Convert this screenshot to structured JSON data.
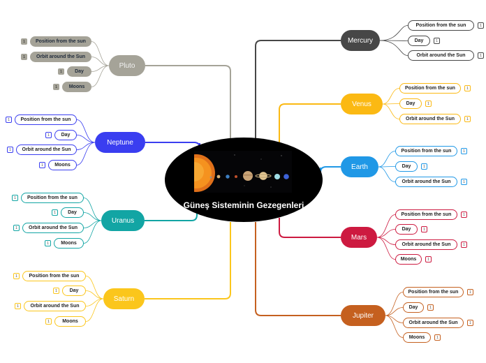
{
  "central": {
    "title": "Güneş Sisteminin Gezegenleri"
  },
  "planets": [
    {
      "key": "mercury",
      "name": "Mercury",
      "color": "#474747",
      "children": [
        {
          "label": "Position from the sun",
          "badge": "1"
        },
        {
          "label": "Day",
          "badge": "1"
        },
        {
          "label": "Orbit around the Sun",
          "badge": "1"
        }
      ]
    },
    {
      "key": "venus",
      "name": "Venus",
      "color": "#fbb913",
      "children": [
        {
          "label": "Position from the sun",
          "badge": "1"
        },
        {
          "label": "Day",
          "badge": "1"
        },
        {
          "label": "Orbit around the Sun",
          "badge": "1"
        }
      ]
    },
    {
      "key": "earth",
      "name": "Earth",
      "color": "#2098e6",
      "children": [
        {
          "label": "Position from the sun",
          "badge": "1"
        },
        {
          "label": "Day",
          "badge": "1"
        },
        {
          "label": "Orbit around the Sun",
          "badge": "1"
        }
      ]
    },
    {
      "key": "mars",
      "name": "Mars",
      "color": "#cd1a40",
      "children": [
        {
          "label": "Position from the sun",
          "badge": "1"
        },
        {
          "label": "Day",
          "badge": "1"
        },
        {
          "label": "Orbit around the Sun",
          "badge": "1"
        },
        {
          "label": "Moons",
          "badge": "1"
        }
      ]
    },
    {
      "key": "jupiter",
      "name": "Jupiter",
      "color": "#c5601f",
      "children": [
        {
          "label": "Position from the sun",
          "badge": "1"
        },
        {
          "label": "Day",
          "badge": "1"
        },
        {
          "label": "Orbit around the Sun",
          "badge": "1"
        },
        {
          "label": "Moons",
          "badge": "1"
        }
      ]
    },
    {
      "key": "pluto",
      "name": "Pluto",
      "color": "#a5a398",
      "children": [
        {
          "label": "Position from the sun",
          "badge": "1"
        },
        {
          "label": "Orbit around the Sun",
          "badge": "1"
        },
        {
          "label": "Day",
          "badge": "1"
        },
        {
          "label": "Moons",
          "badge": "1"
        }
      ]
    },
    {
      "key": "neptune",
      "name": "Neptune",
      "color": "#3a3ef0",
      "children": [
        {
          "label": "Position from the sun",
          "badge": "1"
        },
        {
          "label": "Day",
          "badge": "1"
        },
        {
          "label": "Orbit around the Sun",
          "badge": "1"
        },
        {
          "label": "Moons",
          "badge": "1"
        }
      ]
    },
    {
      "key": "uranus",
      "name": "Uranus",
      "color": "#12a5a4",
      "children": [
        {
          "label": "Position from the sun",
          "badge": "1"
        },
        {
          "label": "Day",
          "badge": "1"
        },
        {
          "label": "Orbit around the Sun",
          "badge": "1"
        },
        {
          "label": "Moons",
          "badge": "1"
        }
      ]
    },
    {
      "key": "saturn",
      "name": "Saturn",
      "color": "#fbc61c",
      "children": [
        {
          "label": "Position from the sun",
          "badge": "1"
        },
        {
          "label": "Day",
          "badge": "1"
        },
        {
          "label": "Orbit around the Sun",
          "badge": "1"
        },
        {
          "label": "Moons",
          "badge": "1"
        }
      ]
    }
  ]
}
